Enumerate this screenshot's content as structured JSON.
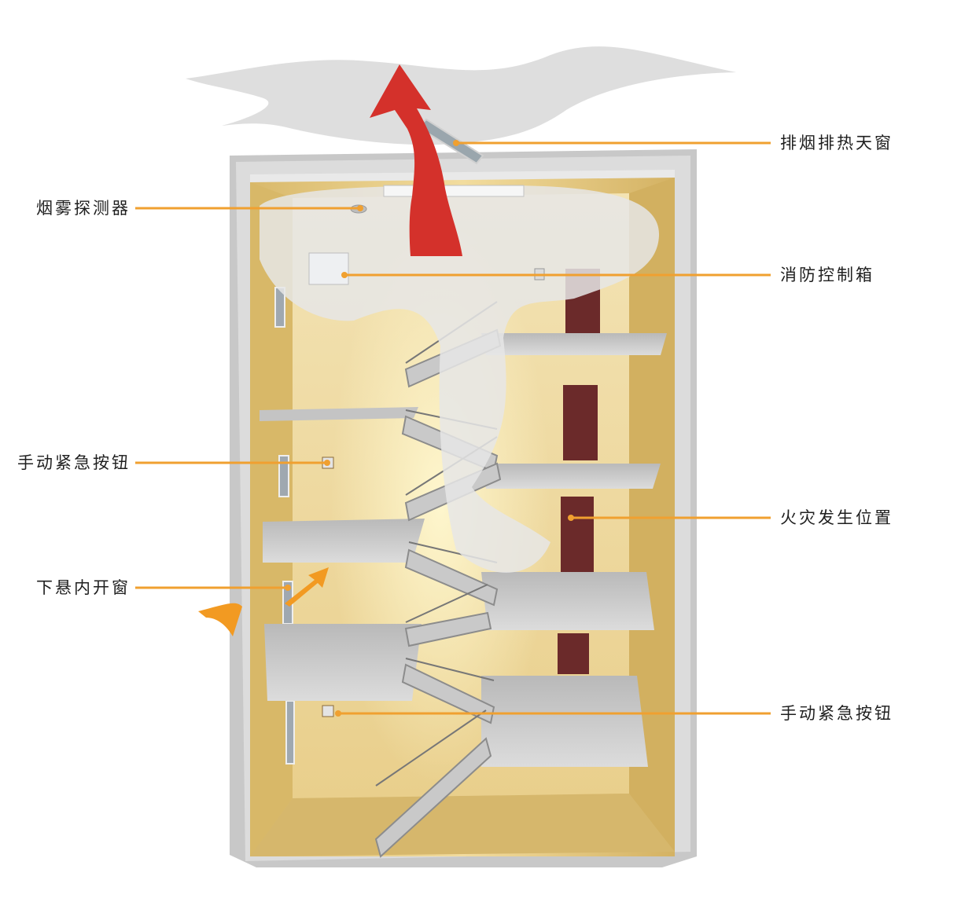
{
  "labels": {
    "skylight": "排烟排热天窗",
    "smoke_detector": "烟雾探测器",
    "control_box": "消防控制箱",
    "manual_button_left": "手动紧急按钮",
    "fire_location": "火灾发生位置",
    "bottom_window": "下悬内开窗",
    "manual_button_right": "手动紧急按钮"
  },
  "colors": {
    "callout_line": "#f0a030",
    "wall": "#e8cf8f",
    "frame": "#d9d9d9",
    "floor_slab": "#cfcfcf",
    "door": "#6b2a2a",
    "smoke": "#e6e6e6",
    "exhaust_arrow": "#d4312b",
    "intake_arrow": "#f29a22"
  },
  "icons": {
    "exhaust": "red-up-arrow-icon",
    "intake": "orange-inflow-arrow-icon"
  }
}
